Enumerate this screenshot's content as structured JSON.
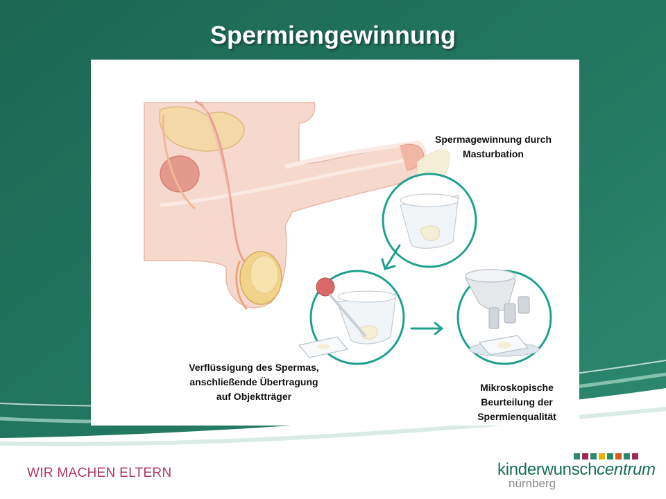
{
  "slide": {
    "title": "Spermiengewinnung"
  },
  "diagram": {
    "steps": [
      {
        "lines": [
          "Spermagewinnung durch",
          "Masturbation"
        ]
      },
      {
        "lines": [
          "Verflüssigung des Spermas,",
          "anschließende Übertragung",
          "auf Objektträger"
        ]
      },
      {
        "lines": [
          "Mikroskopische",
          "Beurteilung der",
          "Spermienqualität"
        ]
      }
    ]
  },
  "footer": {
    "slogan": "WIR MACHEN ELTERN",
    "logo": {
      "name_regular": "kinderwunsch",
      "name_italic": "centrum",
      "city": "nürnberg",
      "square_colors": [
        "#2a8a6a",
        "#9b2a5a",
        "#2a8a6a",
        "#e0b400",
        "#2a8a6a",
        "#d65a1a",
        "#2a8a6a",
        "#9b2a5a"
      ]
    }
  },
  "colors": {
    "background_dark": "#1b6e58",
    "background_light": "#2f8c72",
    "accent_teal": "#1fa08e",
    "slogan": "#b03a5c",
    "logo_text": "#16705a"
  }
}
